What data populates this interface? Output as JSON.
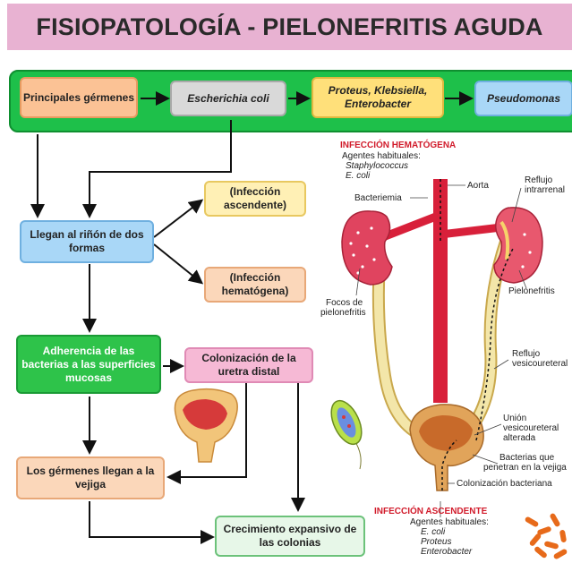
{
  "title": "FISIOPATOLOGÍA - PIELONEFRITIS AGUDA",
  "row1": {
    "germenes": "Principales gérmenes",
    "ecoli": "Escherichia coli",
    "proteus": "Proteus, Klebsiella, Enterobacter",
    "pseudomonas": "Pseudomonas"
  },
  "flow": {
    "rinon": "Llegan al riñón de dos formas",
    "ascendente": "(Infección ascendente)",
    "hematogena": "(Infección hematógena)",
    "adherencia": "Adherencia de las bacterias a las superficies mucosas",
    "colonizacion": "Colonización de la uretra distal",
    "vejiga": "Los gérmenes llegan a la vejiga",
    "crecimiento": "Crecimiento expansivo de las colonias"
  },
  "illustration": {
    "hem_title": "INFECCIÓN HEMATÓGENA",
    "hem_agents": "Agentes habituales:",
    "hem_a1": "Staphylococcus",
    "hem_a2": "E. coli",
    "aorta": "Aorta",
    "bacteriemia": "Bacteriemia",
    "reflujo_intrarrenal_1": "Reflujo",
    "reflujo_intrarrenal_2": "intrarrenal",
    "focos_1": "Focos de",
    "focos_2": "pielonefritis",
    "pielonefritis": "Pielonefritis",
    "reflujo_vu_1": "Reflujo",
    "reflujo_vu_2": "vesicoureteral",
    "union_1": "Unión",
    "union_2": "vesicoureteral",
    "union_3": "alterada",
    "bact_1": "Bacterias que",
    "bact_2": "penetran en la vejiga",
    "colonizacion_bact": "Colonización bacteriana",
    "asc_title": "INFECCIÓN ASCENDENTE",
    "asc_agents": "Agentes habituales:",
    "asc_a1": "E. coli",
    "asc_a2": "Proteus",
    "asc_a3": "Enterobacter"
  },
  "colors": {
    "title_bg": "#e8b2d2",
    "band": "#1ec04a",
    "kidney": "#e0445f",
    "aorta": "#d8203a",
    "ureter": "#f1df9c",
    "red_label": "#d11a2a"
  }
}
